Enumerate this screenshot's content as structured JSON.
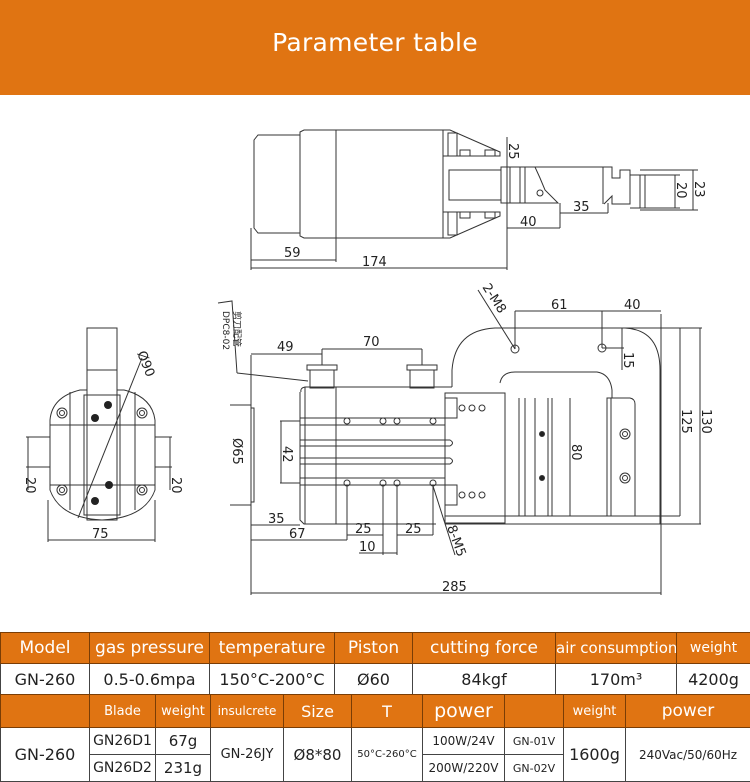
{
  "header": {
    "title": "Parameter table"
  },
  "colors": {
    "accent": "#E07412",
    "line": "#333333"
  },
  "drawing": {
    "side_view": {
      "dims": [
        "25",
        "20",
        "23",
        "40",
        "35",
        "59",
        "174"
      ]
    },
    "end_view": {
      "dims": [
        "Ø90",
        "20",
        "20",
        "75"
      ]
    },
    "front_view": {
      "fitting_label_cn": "剪刀配管",
      "fitting_label": "DPC8-02",
      "dims": [
        "49",
        "70",
        "Ø65",
        "42",
        "35",
        "67",
        "25",
        "25",
        "10",
        "8-M5",
        "285",
        "2-M8",
        "61",
        "40",
        "15",
        "80",
        "125",
        "130"
      ]
    }
  },
  "table1": {
    "headers": [
      "Model",
      "gas pressure",
      "temperature",
      "Piston",
      "cutting force",
      "air consumption",
      "weight"
    ],
    "row": [
      "GN-260",
      "0.5-0.6mpa",
      "150°C-200°C",
      "Ø60",
      "84kgf",
      "170m³",
      "4200g"
    ]
  },
  "table2": {
    "headers": [
      "",
      "Blade",
      "weight",
      "insulcrete",
      "Size",
      "T",
      "power",
      "",
      "weight",
      "power"
    ],
    "model": "GN-260",
    "blades": [
      {
        "name": "GN26D1",
        "weight": "67g"
      },
      {
        "name": "GN26D2",
        "weight": "231g"
      }
    ],
    "insulcrete": "GN-26JY",
    "size": "Ø8*80",
    "temp": "50°C-260°C",
    "powers": [
      {
        "power": "100W/24V",
        "code": "GN-01V"
      },
      {
        "power": "200W/220V",
        "code": "GN-02V"
      }
    ],
    "unit_weight": "1600g",
    "supply": "240Vac/50/60Hz"
  }
}
